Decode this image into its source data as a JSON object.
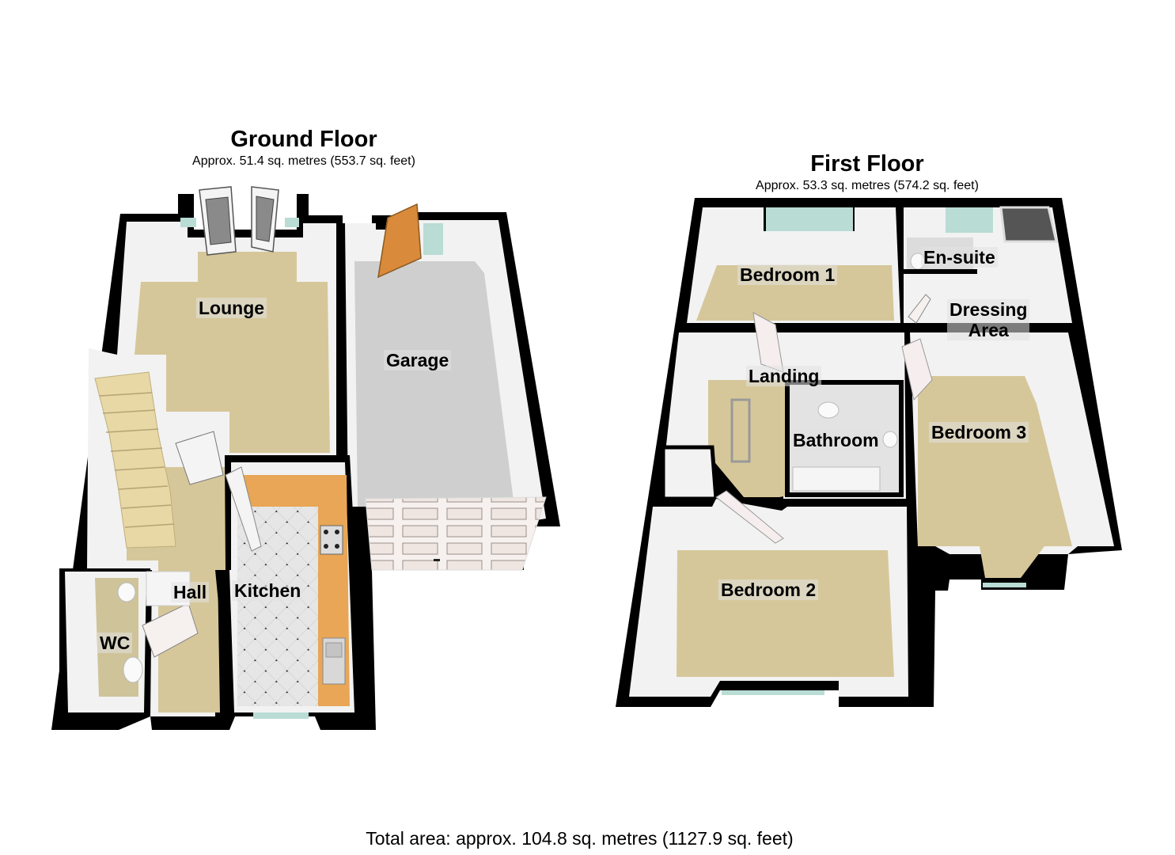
{
  "ground_floor": {
    "title": "Ground Floor",
    "area": "Approx. 51.4 sq. metres (553.7 sq. feet)",
    "rooms": [
      {
        "name": "Lounge"
      },
      {
        "name": "Garage"
      },
      {
        "name": "Hall"
      },
      {
        "name": "Kitchen"
      },
      {
        "name": "WC"
      }
    ]
  },
  "first_floor": {
    "title": "First Floor",
    "area": "Approx. 53.3 sq. metres (574.2 sq. feet)",
    "rooms": [
      {
        "name": "Bedroom 1"
      },
      {
        "name": "En-suite"
      },
      {
        "name": "Dressing Area"
      },
      {
        "name": "Landing"
      },
      {
        "name": "Bathroom"
      },
      {
        "name": "Bedroom 3"
      },
      {
        "name": "Bedroom 2"
      }
    ]
  },
  "total_area": "Total area: approx. 104.8 sq. metres (1127.9 sq. feet)",
  "colors": {
    "wall": "#000000",
    "carpet": "#d6c79a",
    "garage_floor": "#cfcfcf",
    "kitchen_worktop": "#e8a656",
    "kitchen_floor": "#e4e4e4",
    "window_glass": "#b9dcd4",
    "inner_wall": "#f4f4f4"
  },
  "labels": {
    "dressing_line1": "Dressing",
    "dressing_line2": "Area"
  }
}
